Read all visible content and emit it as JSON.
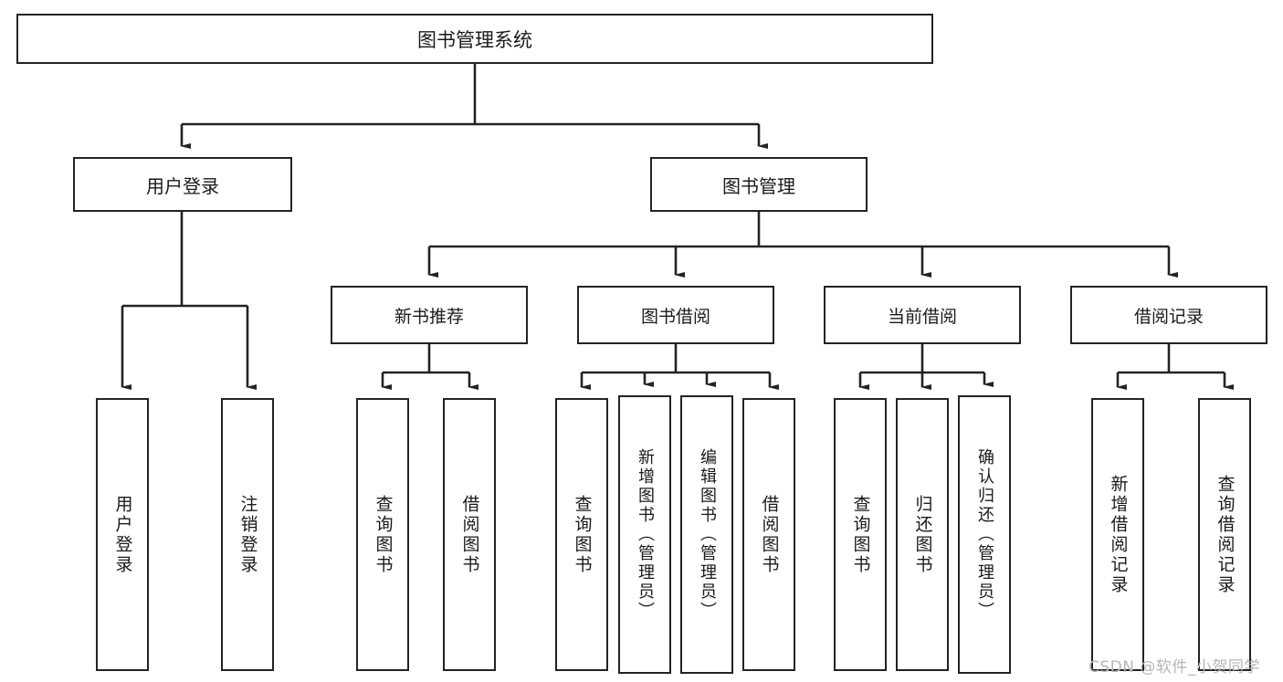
{
  "diagram": {
    "type": "tree",
    "title": "图书管理系统",
    "stroke_color": "#232323",
    "background_color": "#ffffff",
    "root": {
      "label": "图书管理系统"
    },
    "tier2": [
      {
        "label": "用户登录"
      },
      {
        "label": "图书管理"
      }
    ],
    "tier3": [
      {
        "label": "新书推荐"
      },
      {
        "label": "图书借阅"
      },
      {
        "label": "当前借阅"
      },
      {
        "label": "借阅记录"
      }
    ],
    "leaves": {
      "user_login": [
        {
          "label": "用户登录"
        },
        {
          "label": "注销登录"
        }
      ],
      "new_book_recommend": [
        {
          "label": "查询图书"
        },
        {
          "label": "借阅图书"
        }
      ],
      "book_borrow": [
        {
          "label": "查询图书"
        },
        {
          "label": "新增图书（管理员）"
        },
        {
          "label": "编辑图书（管理员）"
        },
        {
          "label": "借阅图书"
        }
      ],
      "current_borrow": [
        {
          "label": "查询图书"
        },
        {
          "label": "归还图书"
        },
        {
          "label": "确认归还（管理员）"
        }
      ],
      "borrow_record": [
        {
          "label": "新增借阅记录"
        },
        {
          "label": "查询借阅记录"
        }
      ]
    }
  },
  "watermark": {
    "text": "CSDN @软件_小贺同学",
    "color": "#b6b6b6"
  }
}
